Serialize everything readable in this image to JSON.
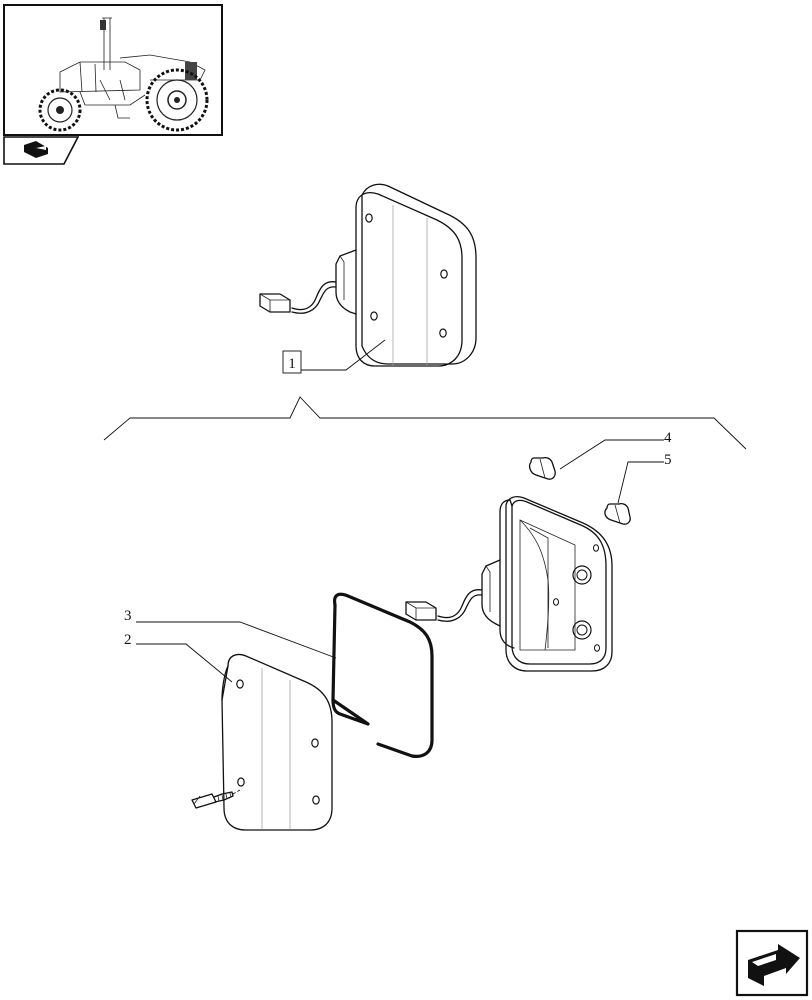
{
  "callouts": {
    "item1": "1",
    "item2": "2",
    "item3": "3",
    "item4": "4",
    "item5": "5"
  },
  "icons": {
    "thumbnail": "tractor-icon",
    "prev_nav": "prev-page-icon",
    "next_nav": "next-page-icon"
  },
  "colors": {
    "line": "#111111",
    "background": "#ffffff"
  }
}
